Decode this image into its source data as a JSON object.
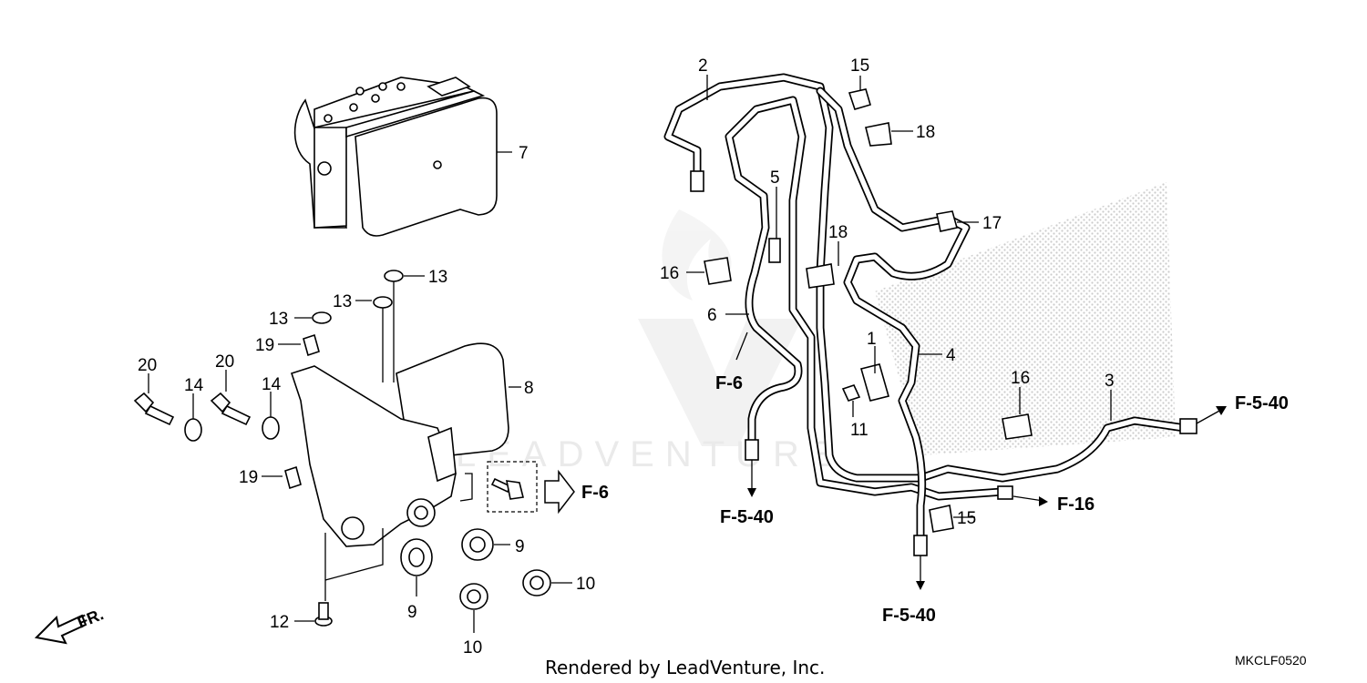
{
  "diagram": {
    "callouts": {
      "c1": "1",
      "c2": "2",
      "c3": "3",
      "c4": "4",
      "c5": "5",
      "c6": "6",
      "c7": "7",
      "c8": "8",
      "c9a": "9",
      "c9b": "9",
      "c10a": "10",
      "c10b": "10",
      "c11": "11",
      "c12": "12",
      "c13a": "13",
      "c13b": "13",
      "c13c": "13",
      "c14a": "14",
      "c14b": "14",
      "c15a": "15",
      "c15b": "15",
      "c16a": "16",
      "c16b": "16",
      "c17": "17",
      "c18a": "18",
      "c18b": "18",
      "c19a": "19",
      "c19b": "19",
      "c20a": "20",
      "c20b": "20"
    },
    "refs": {
      "f6_bracket": "F-6",
      "f6_pipe": "F-6",
      "f540_left": "F-5-40",
      "f540_bottom": "F-5-40",
      "f540_right": "F-5-40",
      "f16": "F-16"
    },
    "front_label": "FR.",
    "watermark": "LEADVENTURE",
    "footer": "Rendered by LeadVenture, Inc.",
    "diagram_code": "MKCLF0520"
  }
}
